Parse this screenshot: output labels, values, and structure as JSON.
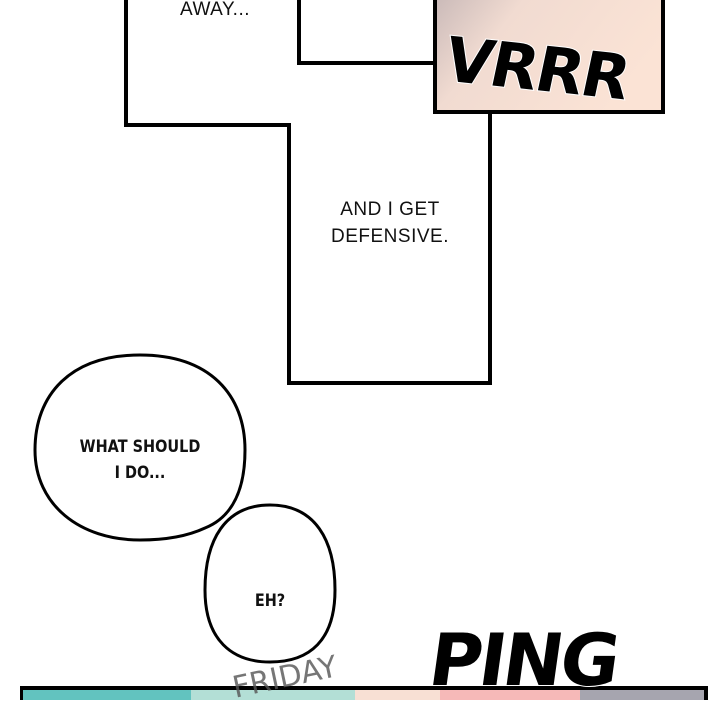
{
  "captions": {
    "away": "AWAY...",
    "defensive_line1": "AND I GET",
    "defensive_line2": "DEFENSIVE."
  },
  "bubbles": {
    "what_line1": "WHAT SHOULD",
    "what_line2": "I DO...",
    "eh": "EH?"
  },
  "sfx": {
    "vrrr": "VRRR",
    "ping": "PING",
    "friday": "FRIDAY"
  },
  "colors": {
    "teal": "#62c3bf",
    "mint": "#b3dfd6",
    "peach": "#f8e0d4",
    "pink": "#f6b9b8",
    "gray": "#a6a5af"
  }
}
